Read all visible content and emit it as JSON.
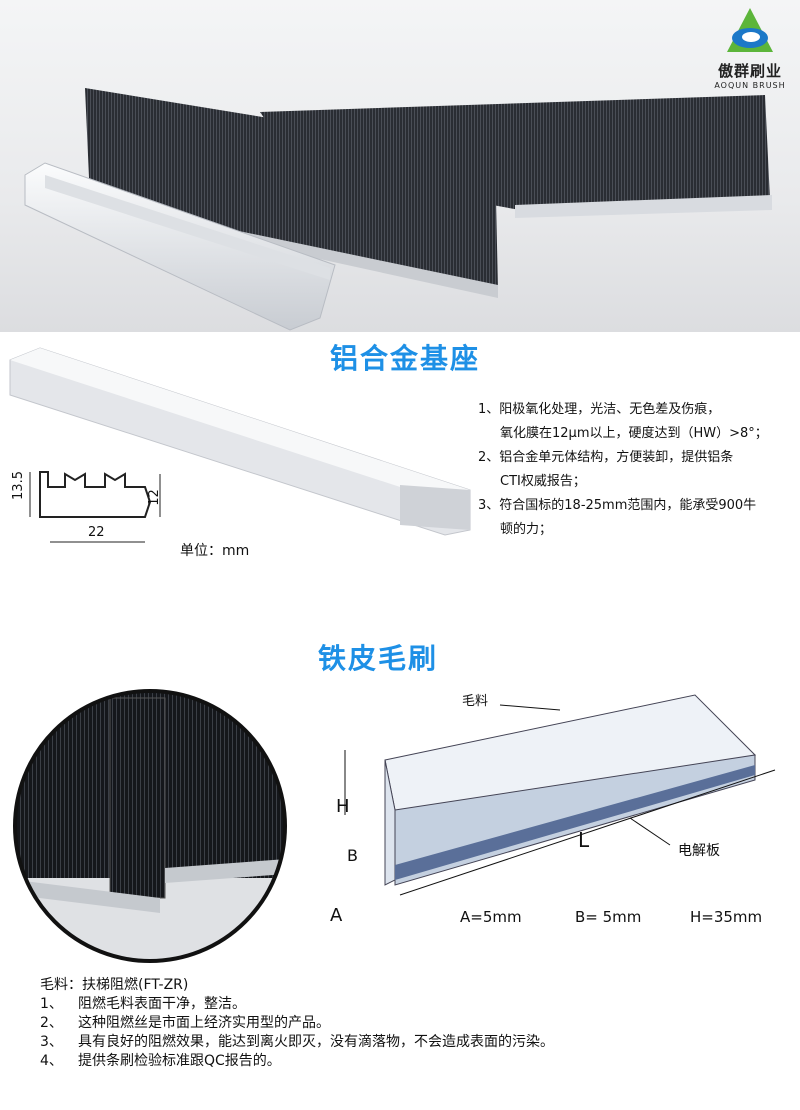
{
  "logo": {
    "name_cn": "傲群刷业",
    "name_en": "AOQUN BRUSH"
  },
  "section1": {
    "title": "铝合金基座",
    "dims": {
      "height_outer": "13.5",
      "height_inner": "12",
      "width": "22"
    },
    "unit_label": "单位：mm",
    "specs": [
      "1、阳极氧化处理，光洁、无色差及伤痕，",
      "氧化膜在12μm以上，硬度达到（HW）>8°；",
      "2、铝合金单元体结构，方便装卸，提供铝条",
      "CTI权威报告；",
      "3、符合国标的18-25mm范围内，能承受900牛",
      "顿的力；"
    ]
  },
  "section2": {
    "title": "铁皮毛刷",
    "diagram": {
      "bristle_label": "毛料",
      "h": "H",
      "b": "B",
      "l": "L",
      "a": "A",
      "plate_label": "电解板",
      "a_value": "A=5mm",
      "b_value": "B= 5mm",
      "h_value": "H=35mm"
    },
    "material": "毛料：扶梯阻燃(FT-ZR)",
    "items": [
      {
        "num": "1、",
        "text": "阻燃毛料表面干净，整洁。"
      },
      {
        "num": "2、",
        "text": "这种阻燃丝是市面上经济实用型的产品。"
      },
      {
        "num": "3、",
        "text": "具有良好的阻燃效果，能达到离火即灭，没有滴落物，不会造成表面的污染。"
      },
      {
        "num": "4、",
        "text": "提供条刷检验标准跟QC报告的。"
      }
    ]
  },
  "colors": {
    "accent": "#1e90e6"
  }
}
